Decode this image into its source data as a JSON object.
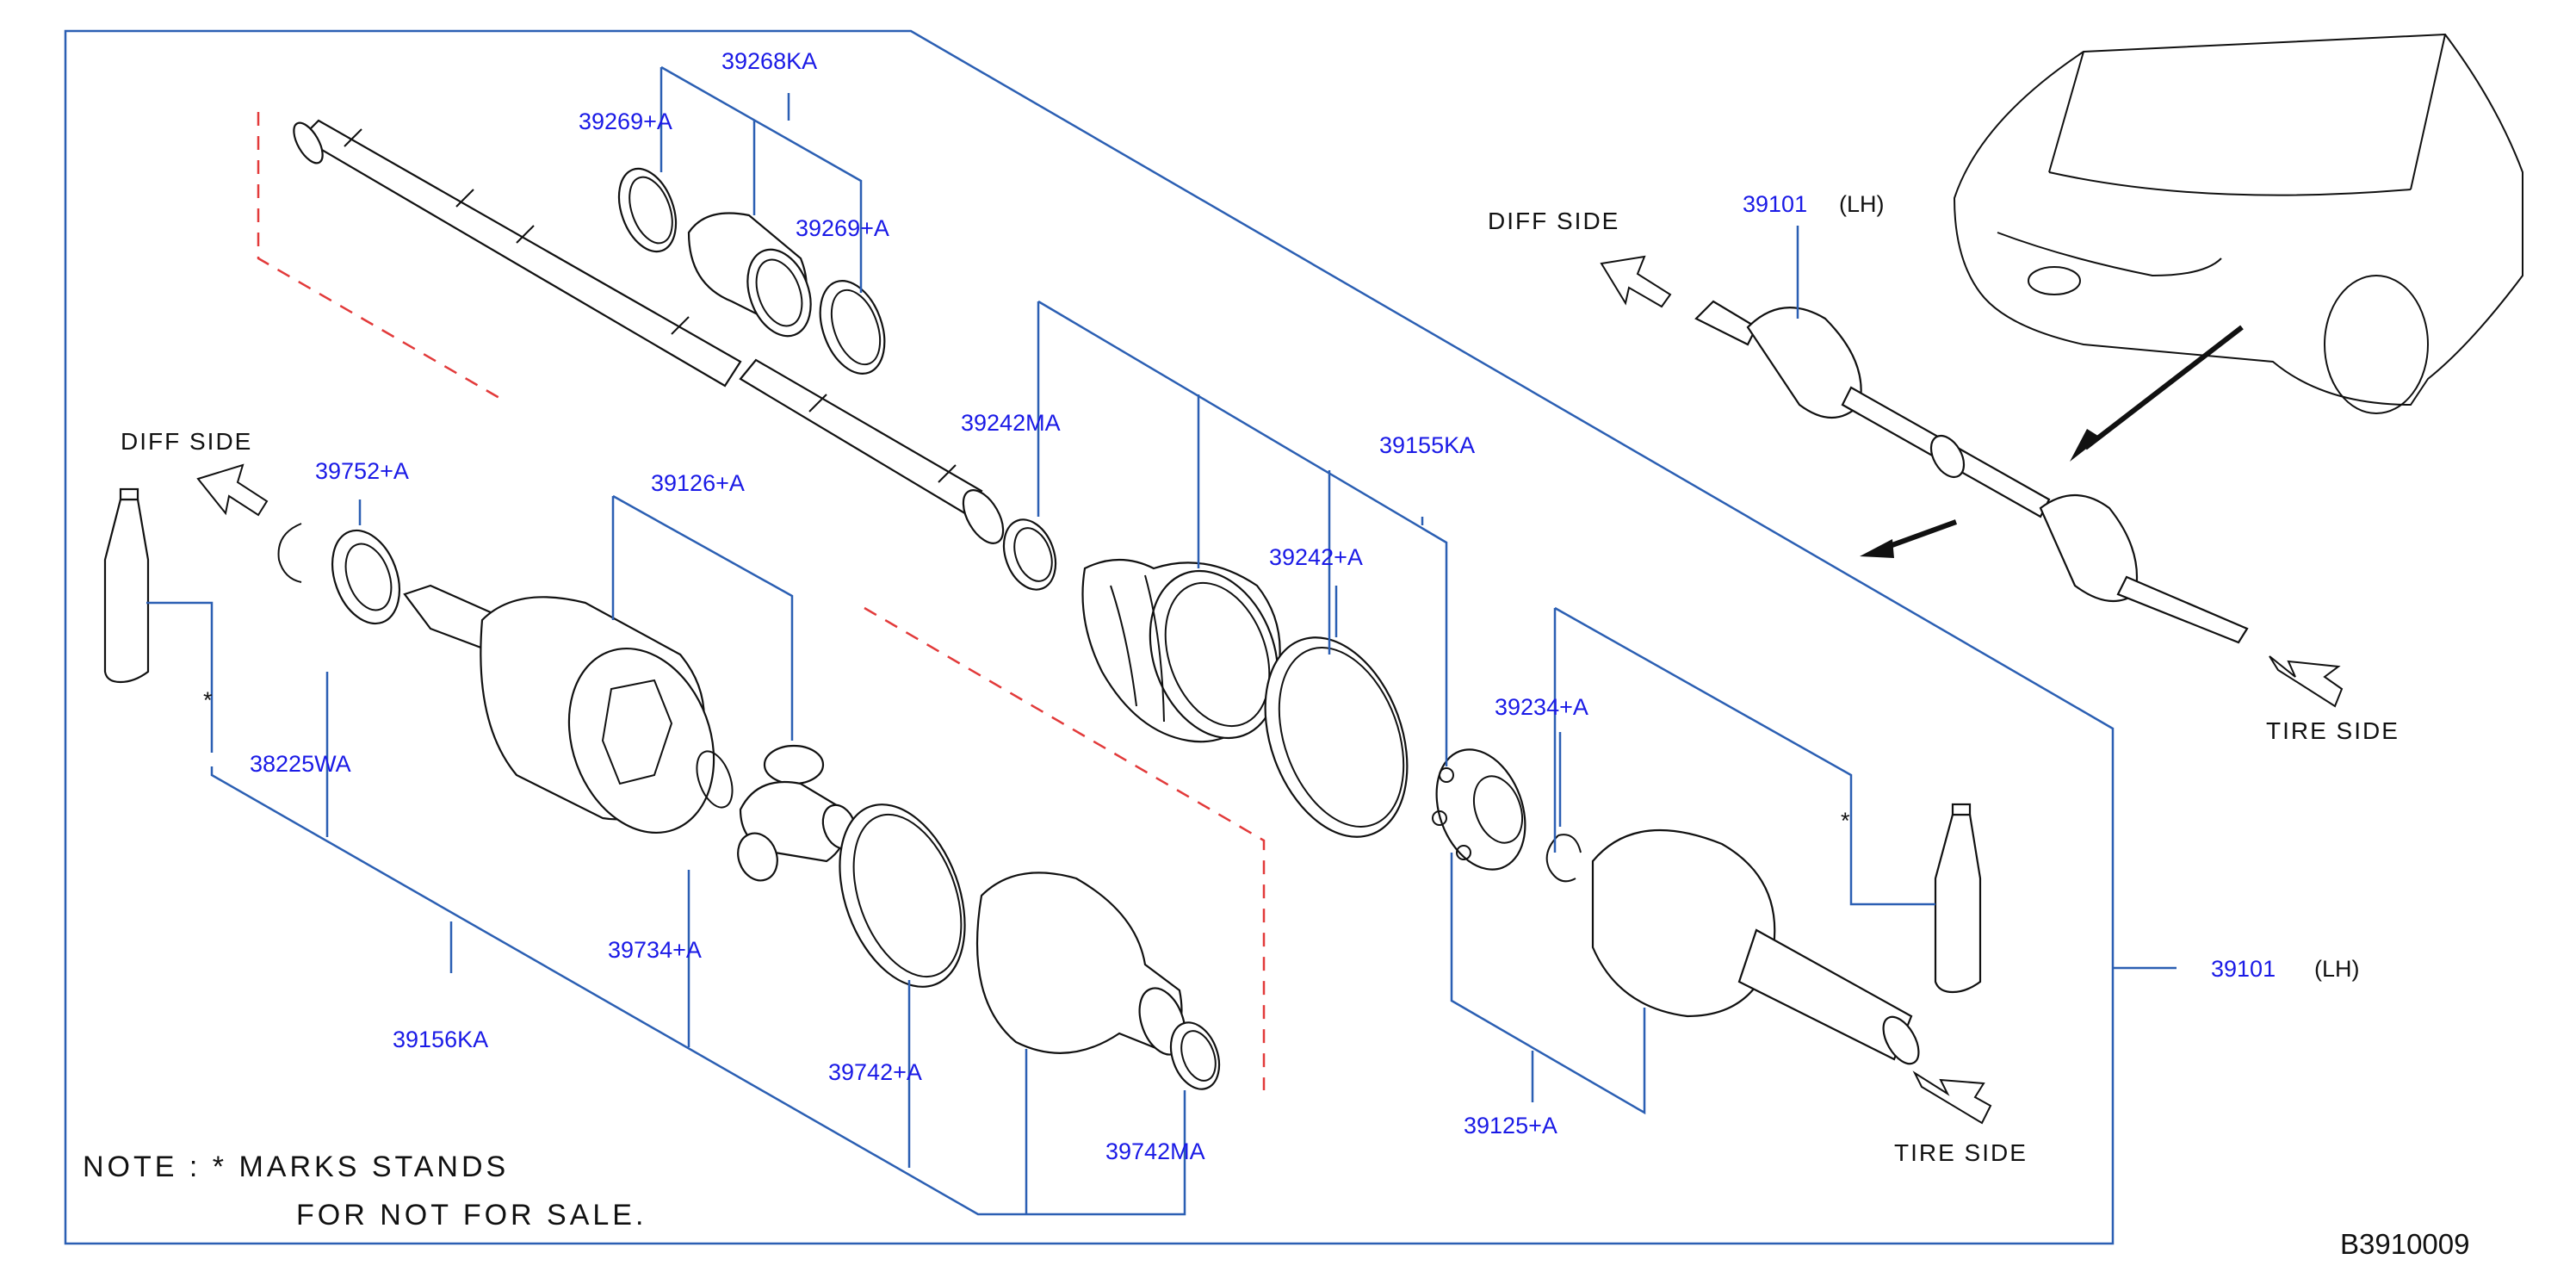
{
  "diagram": {
    "code": "B3910009",
    "note_line1": "NOTE  :  *  MARKS  STANDS",
    "note_line2": "FOR  NOT  FOR  SALE.",
    "star": "*",
    "side_labels": {
      "diff_side_left": "DIFF   SIDE",
      "diff_side_top": "DIFF   SIDE",
      "tire_side_right": "TIRE   SIDE",
      "tire_side_bottom": "TIRE   SIDE"
    },
    "parts": {
      "p39268KA": "39268KA",
      "p39269A_top": "39269+A",
      "p39269A_right": "39269+A",
      "p39242MA": "39242MA",
      "p39155KA": "39155KA",
      "p39242A": "39242+A",
      "p39752A": "39752+A",
      "p39126A": "39126+A",
      "p38225WA": "38225WA",
      "p39234A": "39234+A",
      "p39734A": "39734+A",
      "p39156KA": "39156KA",
      "p39742A": "39742+A",
      "p39742MA": "39742MA",
      "p39125A": "39125+A",
      "p39101_top": "39101",
      "p39101_right": "39101"
    },
    "lh_top": "(LH)",
    "lh_right": "(LH)",
    "colors": {
      "label": "#1a1ae6",
      "leader": "#2b5fb3",
      "dashed": "#e23a3a",
      "line": "#111111"
    }
  }
}
